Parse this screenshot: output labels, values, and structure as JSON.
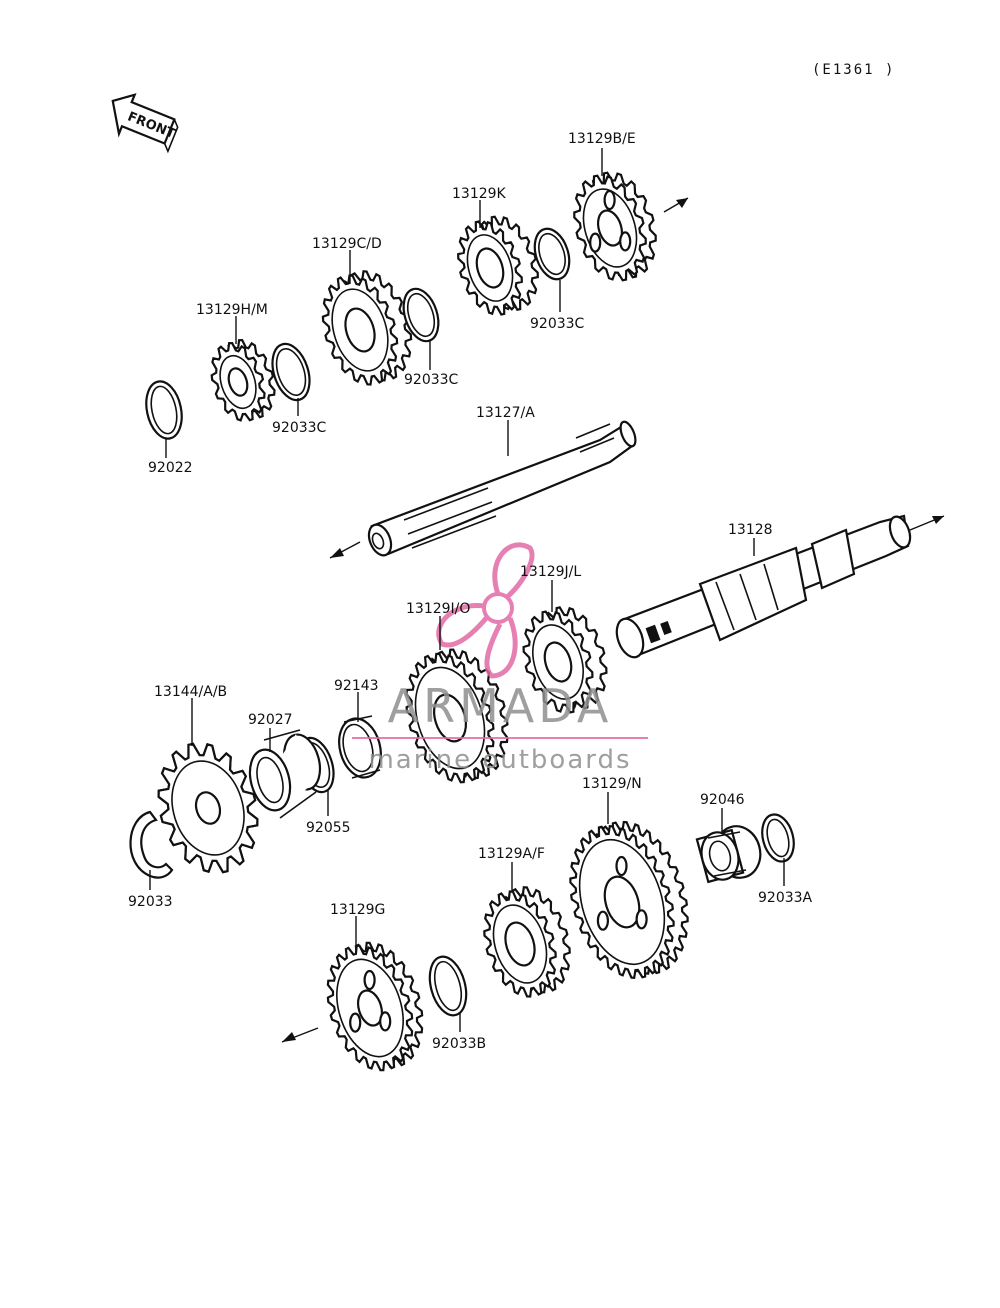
{
  "reference_code": "(E1361 )",
  "front_label": "FRONT",
  "watermark": {
    "brand": "ARMADA",
    "tagline": "marine outboards",
    "accent": "#e26aa6"
  },
  "labels": {
    "p13129BE": "13129B/E",
    "p13129K": "13129K",
    "p13129CD": "13129C/D",
    "p13129HM": "13129H/M",
    "p92033C_1": "92033C",
    "p92033C_2": "92033C",
    "p92033C_3": "92033C",
    "p92022": "92022",
    "p13127A": "13127/A",
    "p13128": "13128",
    "p13129JL": "13129J/L",
    "p13129IO": "13129I/O",
    "p92143": "92143",
    "p13144AB": "13144/A/B",
    "p92027": "92027",
    "p92055": "92055",
    "p92033": "92033",
    "p13129N": "13129/N",
    "p92046": "92046",
    "p92033A": "92033A",
    "p13129AF": "13129A/F",
    "p13129G": "13129G",
    "p92033B": "92033B"
  }
}
